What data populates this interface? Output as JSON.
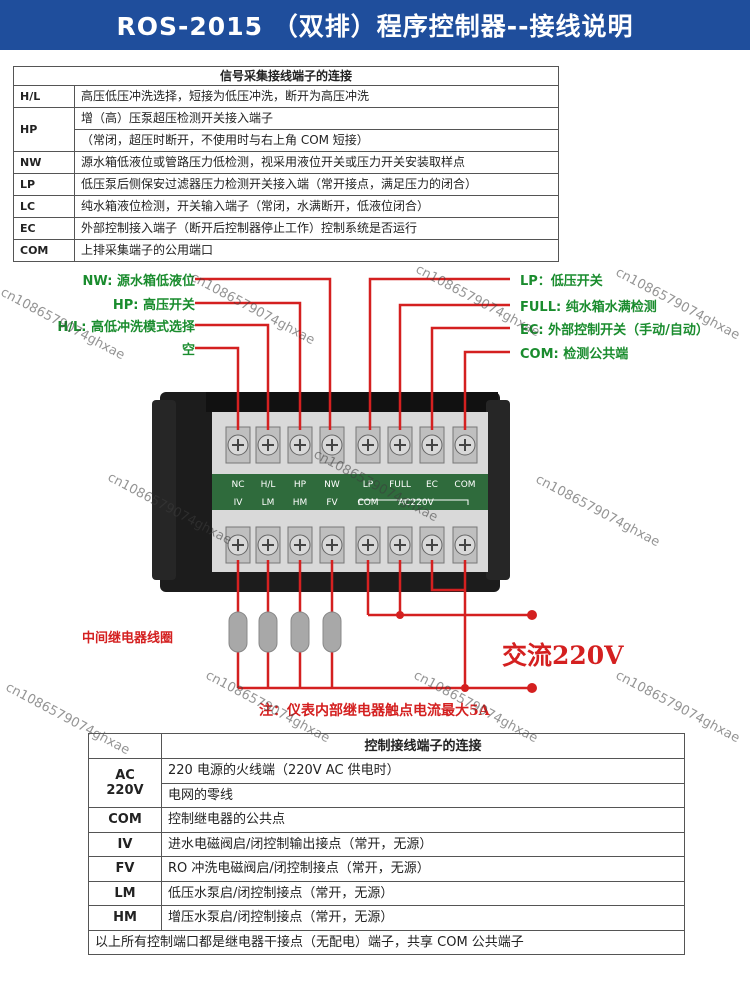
{
  "title": "ROS-2015 （双排）程序控制器--接线说明",
  "signal_table": {
    "header": "信号采集接线端子的连接",
    "rows": [
      {
        "code": "H/L",
        "desc": "高压低压冲洗选择，短接为低压冲洗，断开为高压冲洗"
      },
      {
        "code": "HP",
        "desc": "增（高）压泵超压检测开关接入端子",
        "desc2": "（常闭，超压时断开，不使用时与右上角 COM 短接）"
      },
      {
        "code": "NW",
        "desc": "源水箱低液位或管路压力低检测，视采用液位开关或压力开关安装取样点"
      },
      {
        "code": "LP",
        "desc": "低压泵后侧保安过滤器压力检测开关接入端（常开接点，满足压力的闭合）"
      },
      {
        "code": "LC",
        "desc": "纯水箱液位检测，开关输入端子（常闭，水满断开，低液位闭合）"
      },
      {
        "code": "EC",
        "desc": "外部控制接入端子（断开后控制器停止工作）控制系统是否运行"
      },
      {
        "code": "COM",
        "desc": "上排采集端子的公用端口"
      }
    ]
  },
  "left_labels": [
    "NW: 源水箱低液位",
    "HP: 高压开关",
    "H/L: 高低冲洗模式选择",
    "空"
  ],
  "right_labels": [
    "LP：低压开关",
    "FULL: 纯水箱水满检测",
    "EC: 外部控制开关（手动/自动）",
    "COM: 检测公共端"
  ],
  "top_terminals": [
    "NC",
    "H/L",
    "HP",
    "NW",
    "LP",
    "FULL",
    "EC",
    "COM"
  ],
  "bottom_terminals": [
    "IV",
    "LM",
    "HM",
    "FV",
    "COM",
    "AC220V"
  ],
  "relay_label": "中间继电器线圈",
  "ac_label": "交流220V",
  "note": "注：仪表内部继电器触点电流最大5A",
  "watermark": "cn1086579074ghxae",
  "control_table": {
    "header": "控制接线端子的连接",
    "rows": [
      {
        "code": "AC 220V",
        "desc": "220 电源的火线端（220V AC 供电时）"
      },
      {
        "code": "",
        "desc": "电网的零线"
      },
      {
        "code": "COM",
        "desc": "控制继电器的公共点"
      },
      {
        "code": "IV",
        "desc": "进水电磁阀启/闭控制输出接点（常开，无源）"
      },
      {
        "code": "FV",
        "desc": "RO 冲洗电磁阀启/闭控制接点（常开，无源）"
      },
      {
        "code": "LM",
        "desc": "低压水泵启/闭控制接点（常开，无源）"
      },
      {
        "code": "HM",
        "desc": "增压水泵启/闭控制接点（常开，无源）"
      }
    ],
    "footer": "以上所有控制端口都是继电器干接点（无配电）端子，共享 COM 公共端子"
  },
  "colors": {
    "title_bg": "#1f4e9c",
    "label_green": "#1a8c2e",
    "wire_red": "#d42020",
    "panel_green": "#2f6b3c",
    "housing": "#1c1c1c"
  }
}
